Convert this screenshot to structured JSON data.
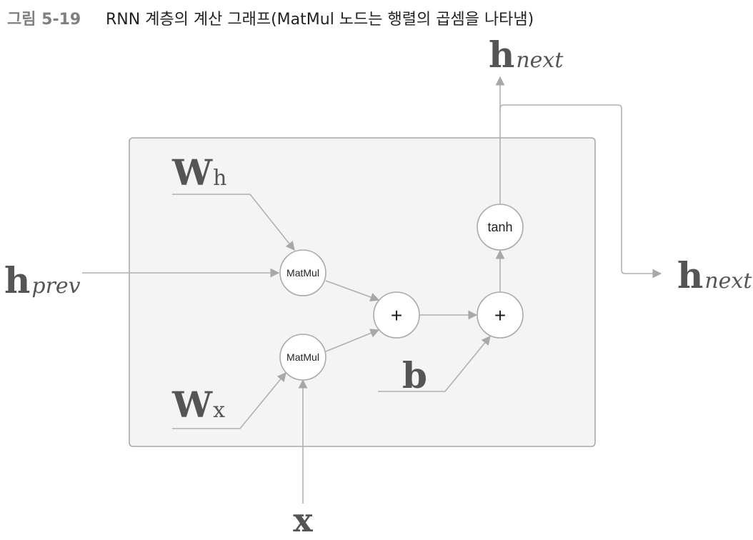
{
  "caption": {
    "number": "그림 5-19",
    "text": "RNN 계층의 계산 그래프(MatMul 노드는 행렬의 곱셈을 나타냄)"
  },
  "nodes": {
    "matmul_top": "MatMul",
    "matmul_bottom": "MatMul",
    "add_left": "+",
    "add_right": "+",
    "tanh": "tanh"
  },
  "vars": {
    "wh": {
      "main": "W",
      "sub": "h"
    },
    "wx": {
      "main": "W",
      "sub": "x"
    },
    "hprev": {
      "main": "h",
      "sub": "prev"
    },
    "x": {
      "main": "x"
    },
    "b": {
      "main": "b"
    },
    "hnext_top": {
      "main": "h",
      "sub": "next"
    },
    "hnext_right": {
      "main": "h",
      "sub": "next"
    }
  },
  "colors": {
    "box_fill": "#f3f4f3",
    "box_stroke": "#a8a8a8",
    "edge": "#b0b0b0",
    "label": "#555555"
  }
}
